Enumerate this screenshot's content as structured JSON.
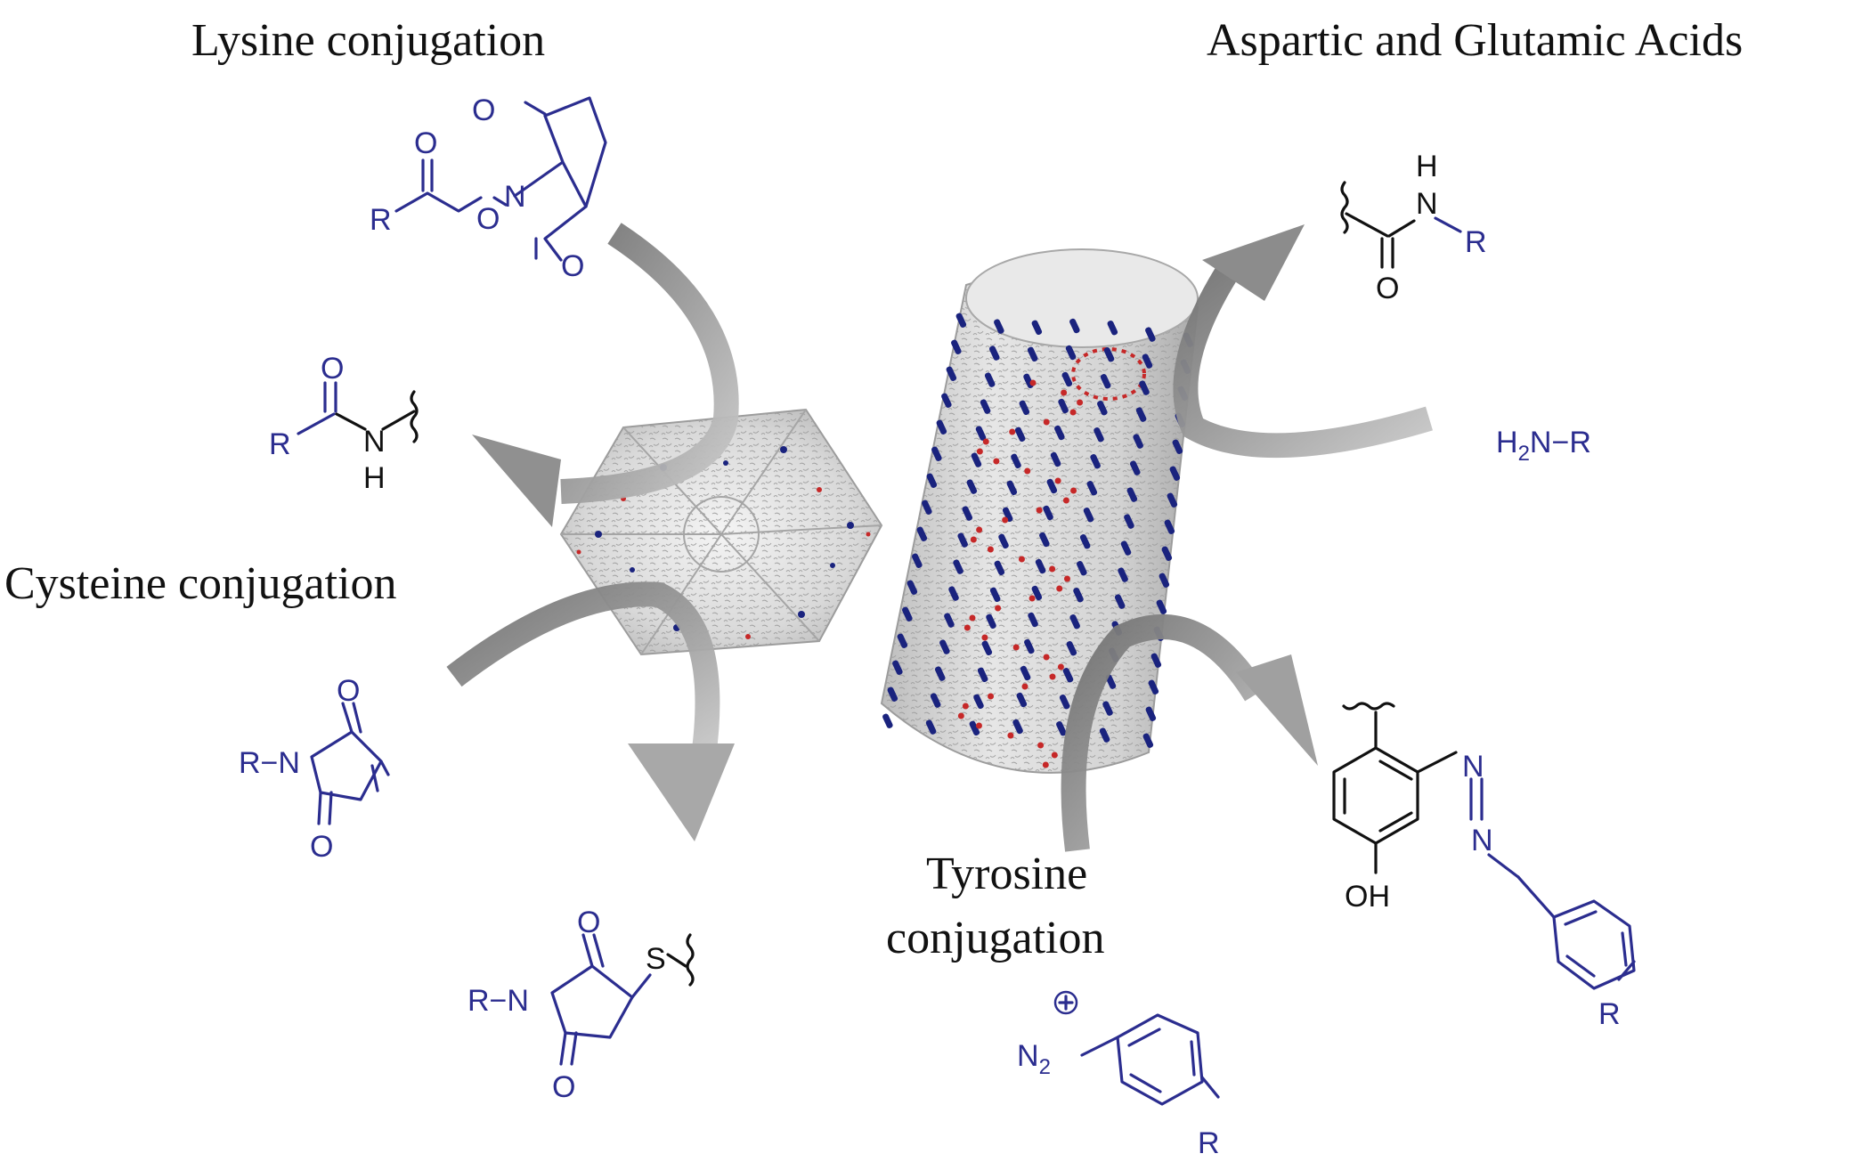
{
  "headings": {
    "lysine": "Lysine conjugation",
    "acids": "Aspartic and Glutamic Acids",
    "cysteine": "Cysteine conjugation",
    "tyrosine_line1": "Tyrosine",
    "tyrosine_line2": "conjugation"
  },
  "atoms": {
    "O": "O",
    "R": "R",
    "N": "N",
    "H": "H",
    "S": "S",
    "OH": "OH",
    "H2N_main": "H",
    "H2N_sub": "2",
    "H2N_rest": "N−R",
    "N2_main": "N",
    "N2_sub": "2",
    "plus": "+",
    "R_dash_N": "R−N"
  },
  "colors": {
    "reagent": "#2b2d8f",
    "protein_bond": "#111111",
    "arrow": "#8a8a8a",
    "lysine_marker": "#1a237e",
    "acid_marker": "#c62828"
  }
}
